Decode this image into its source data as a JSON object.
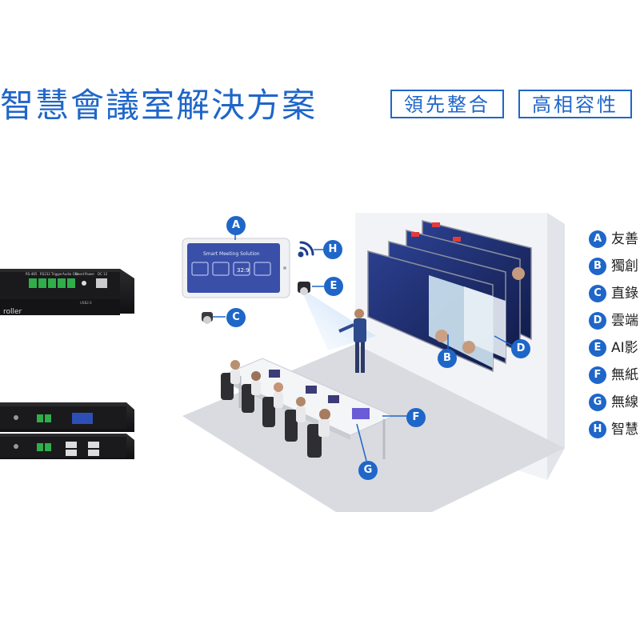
{
  "header": {
    "title": "智慧會議室解決方案",
    "tags": [
      "領先整合",
      "高相容性"
    ]
  },
  "controller_devices": {
    "top_unit": {
      "port_labels": [
        "RS-485",
        "RS232",
        "Trigger",
        "Audio Out",
        "Reset",
        "Power",
        "DC 12"
      ],
      "brand_text": "roller",
      "indicator_label": "USB2.0"
    }
  },
  "touch_panel": {
    "screen_title": "Smart Meeting Solution",
    "time_display": "32:9"
  },
  "callouts": [
    "A",
    "B",
    "C",
    "D",
    "E",
    "F",
    "G",
    "H"
  ],
  "legend": [
    {
      "badge": "A",
      "text": "友善"
    },
    {
      "badge": "B",
      "text": "獨創"
    },
    {
      "badge": "C",
      "text": "直錄"
    },
    {
      "badge": "D",
      "text": "雲端"
    },
    {
      "badge": "E",
      "text": "AI影"
    },
    {
      "badge": "F",
      "text": "無紙"
    },
    {
      "badge": "G",
      "text": "無線"
    },
    {
      "badge": "H",
      "text": "智慧"
    }
  ],
  "colors": {
    "brand_blue": "#1f66c9",
    "room_wall": "#eef0f4",
    "room_floor": "#d7d9de",
    "screen_dark": "#1b2c6b"
  }
}
